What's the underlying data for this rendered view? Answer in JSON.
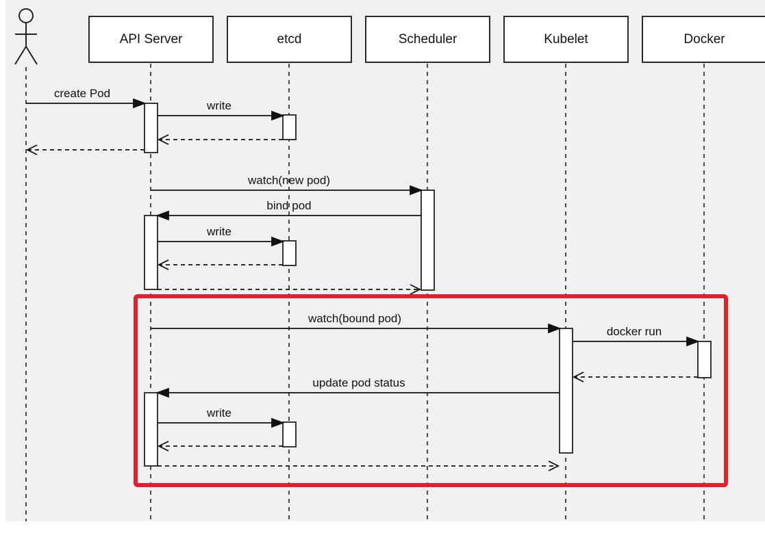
{
  "participants": [
    {
      "id": "actor",
      "label": ""
    },
    {
      "id": "api",
      "label": "API Server"
    },
    {
      "id": "etcd",
      "label": "etcd"
    },
    {
      "id": "scheduler",
      "label": "Scheduler"
    },
    {
      "id": "kubelet",
      "label": "Kubelet"
    },
    {
      "id": "docker",
      "label": "Docker"
    }
  ],
  "messages": [
    {
      "from": "actor",
      "to": "api",
      "label": "create Pod",
      "style": "solid"
    },
    {
      "from": "api",
      "to": "etcd",
      "label": "write",
      "style": "solid"
    },
    {
      "from": "etcd",
      "to": "api",
      "label": "",
      "style": "dashed"
    },
    {
      "from": "api",
      "to": "actor",
      "label": "",
      "style": "dashed"
    },
    {
      "from": "api",
      "to": "scheduler",
      "label": "watch(new pod)",
      "style": "solid"
    },
    {
      "from": "scheduler",
      "to": "api",
      "label": "bind pod",
      "style": "solid"
    },
    {
      "from": "api",
      "to": "etcd",
      "label": "write",
      "style": "solid"
    },
    {
      "from": "etcd",
      "to": "api",
      "label": "",
      "style": "dashed"
    },
    {
      "from": "api",
      "to": "scheduler",
      "label": "",
      "style": "dashed"
    },
    {
      "from": "api",
      "to": "kubelet",
      "label": "watch(bound pod)",
      "style": "solid"
    },
    {
      "from": "kubelet",
      "to": "docker",
      "label": "docker run",
      "style": "solid"
    },
    {
      "from": "docker",
      "to": "kubelet",
      "label": "",
      "style": "dashed"
    },
    {
      "from": "kubelet",
      "to": "api",
      "label": "update pod status",
      "style": "solid"
    },
    {
      "from": "api",
      "to": "etcd",
      "label": "write",
      "style": "solid"
    },
    {
      "from": "etcd",
      "to": "api",
      "label": "",
      "style": "dashed"
    },
    {
      "from": "api",
      "to": "kubelet",
      "label": "",
      "style": "dashed"
    }
  ],
  "highlight": {
    "color": "#e0202a"
  }
}
